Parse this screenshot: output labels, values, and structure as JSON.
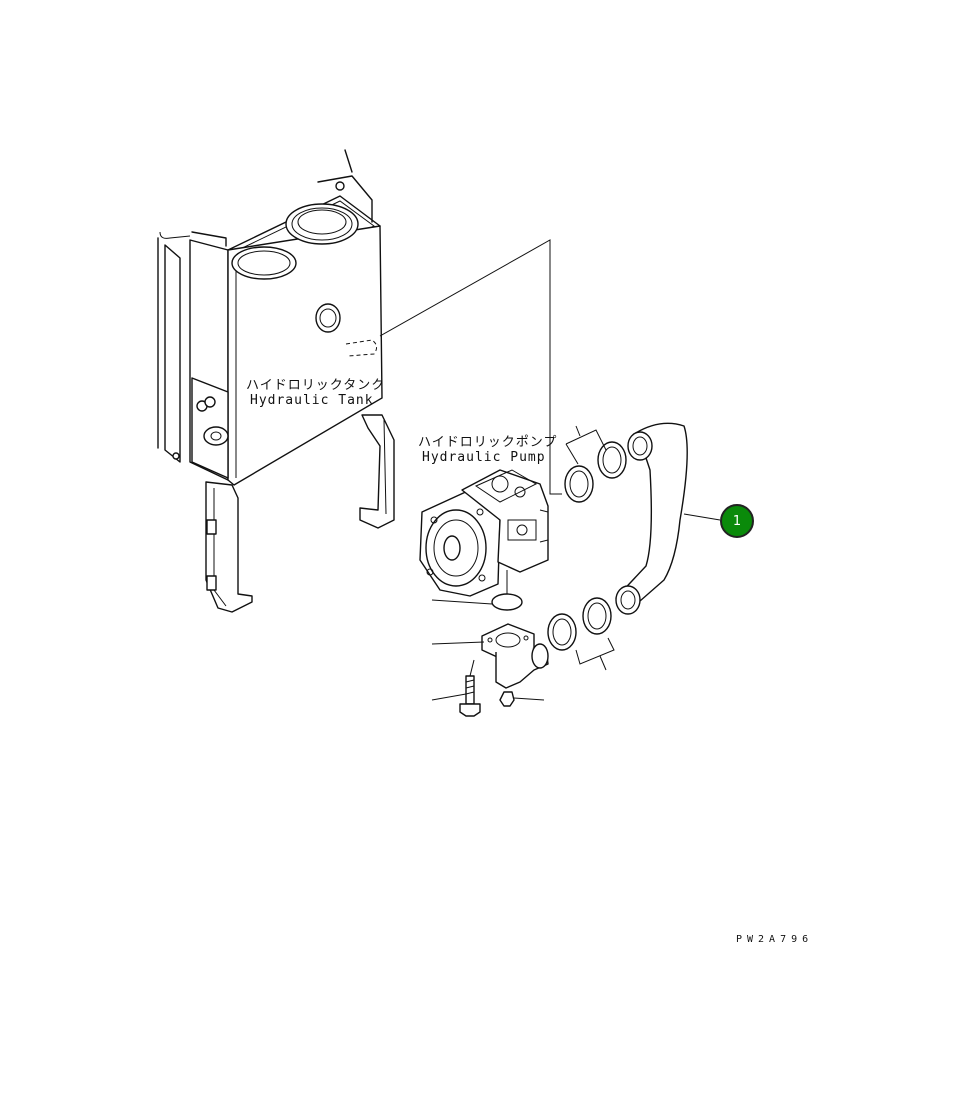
{
  "labels": {
    "tank_jp": "ハイドロリックタンク",
    "tank_en": "Hydraulic Tank",
    "pump_jp": "ハイドロリックポンプ",
    "pump_en": "Hydraulic Pump"
  },
  "callouts": [
    {
      "number": "1",
      "color": "#0a8a0a"
    }
  ],
  "drawing_number": "PW2A796"
}
